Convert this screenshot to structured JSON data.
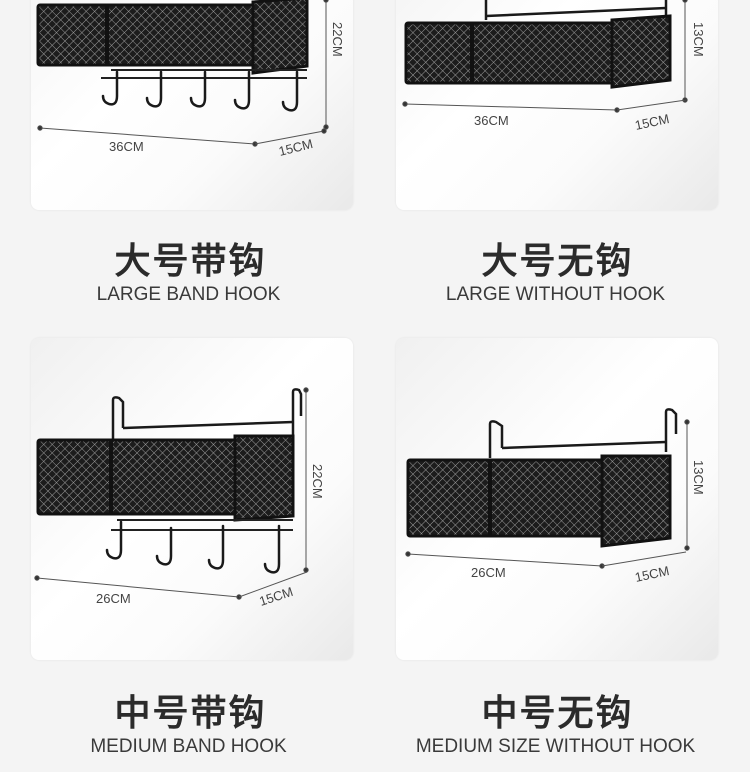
{
  "products": [
    {
      "cn": "大号带钩",
      "en": "LARGE BAND HOOK",
      "width": "36CM",
      "depth": "15CM",
      "height": "22CM"
    },
    {
      "cn": "大号无钩",
      "en": "LARGE WITHOUT HOOK",
      "width": "36CM",
      "depth": "15CM",
      "height": "13CM"
    },
    {
      "cn": "中号带钩",
      "en": "MEDIUM BAND HOOK",
      "width": "26CM",
      "depth": "15CM",
      "height": "22CM"
    },
    {
      "cn": "中号无钩",
      "en": "MEDIUM SIZE WITHOUT HOOK",
      "width": "26CM",
      "depth": "15CM",
      "height": "13CM"
    }
  ]
}
